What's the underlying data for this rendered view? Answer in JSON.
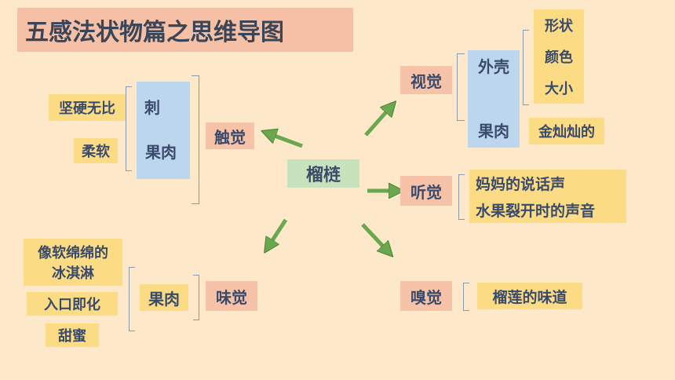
{
  "title": "五感法状物篇之思维导图",
  "center": "榴梿",
  "touch": {
    "label": "触觉",
    "parts": [
      "刺",
      "果肉"
    ],
    "details": [
      "坚硬无比",
      "柔软"
    ]
  },
  "taste": {
    "label": "味觉",
    "part": "果肉",
    "details": [
      "像软绵绵的",
      "冰淇淋",
      "入口即化",
      "甜蜜"
    ]
  },
  "sight": {
    "label": "视觉",
    "parts": [
      "外壳",
      "果肉"
    ],
    "shell_details": [
      "形状",
      "颜色",
      "大小"
    ],
    "flesh_detail": "金灿灿的"
  },
  "hearing": {
    "label": "听觉",
    "details": [
      "妈妈的说话声",
      "水果裂开时的声音"
    ]
  },
  "smell": {
    "label": "嗅觉",
    "detail": "榴莲的味道"
  },
  "colors": {
    "arrow": "#6aa84f",
    "background": "#fde9c9"
  }
}
